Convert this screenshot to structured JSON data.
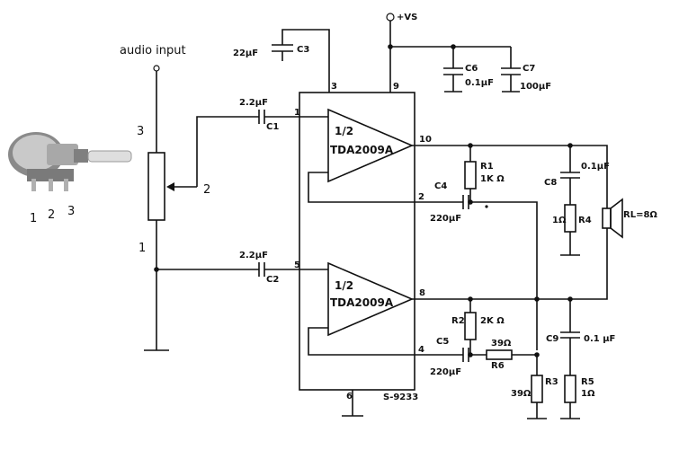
{
  "input": {
    "audio_input": "audio input",
    "pot_pin_top": "3",
    "pot_wiper": "2",
    "pot_pin_bottom": "1",
    "photo_pins": [
      "1",
      "2",
      "3"
    ]
  },
  "supply": {
    "label": "+VS"
  },
  "ic": {
    "amp1_fraction": "1/2",
    "amp1_name": "TDA2009A",
    "amp2_fraction": "1/2",
    "amp2_name": "TDA2009A",
    "part_code": "S-9233",
    "pins": {
      "p1": "1",
      "p2": "2",
      "p3": "3",
      "p4": "4",
      "p5": "5",
      "p6": "6",
      "p8": "8",
      "p9": "9",
      "p10": "10"
    }
  },
  "components": {
    "c1": {
      "name": "C1",
      "value": "2.2µF"
    },
    "c2": {
      "name": "C2",
      "value": "2.2µF"
    },
    "c3": {
      "name": "C3",
      "value": "22µF"
    },
    "c4": {
      "name": "C4",
      "value": "220µF"
    },
    "c5": {
      "name": "C5",
      "value": "220µF"
    },
    "c6": {
      "name": "C6",
      "value": "0.1µF"
    },
    "c7": {
      "name": "C7",
      "value": "100µF"
    },
    "c8": {
      "name": "C8",
      "value": "0.1µF"
    },
    "c9": {
      "name": "C9",
      "value": "0.1 µF"
    },
    "r1": {
      "name": "R1",
      "value": "1K Ω"
    },
    "r2": {
      "name": "R2",
      "value": "2K Ω"
    },
    "r3": {
      "name": "R3",
      "value": "39Ω"
    },
    "r4": {
      "name": "R4",
      "value": "1Ω"
    },
    "r5": {
      "name": "R5",
      "value": "1Ω"
    },
    "r6": {
      "name": "R6",
      "value": "39Ω"
    },
    "rl": {
      "name": "RL=8Ω"
    }
  }
}
